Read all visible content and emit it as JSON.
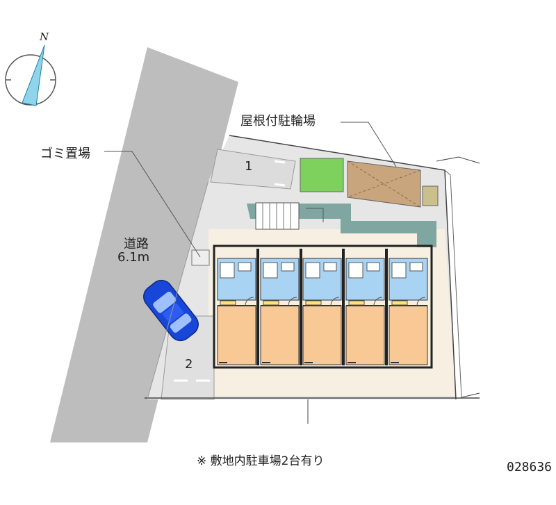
{
  "compass": {
    "north_label": "N"
  },
  "labels": {
    "bike_parking": "屋根付駐輪場",
    "garbage": "ゴミ置場",
    "road": "道路",
    "road_width": "6.1m",
    "parking_1": "1",
    "parking_2": "2"
  },
  "footer": {
    "note": "※ 敷地内駐車場2台有り",
    "code": "028636"
  },
  "colors": {
    "road": "#bdbdbd",
    "ground": "#e6e6e6",
    "courtyard": "#f7efe2",
    "room": "#f8c995",
    "bath": "#a9d3f2",
    "walkway": "#7fa6a0",
    "garden": "#7fd15e",
    "roof_shed": "#c9a57e",
    "car": "#1746d8"
  }
}
